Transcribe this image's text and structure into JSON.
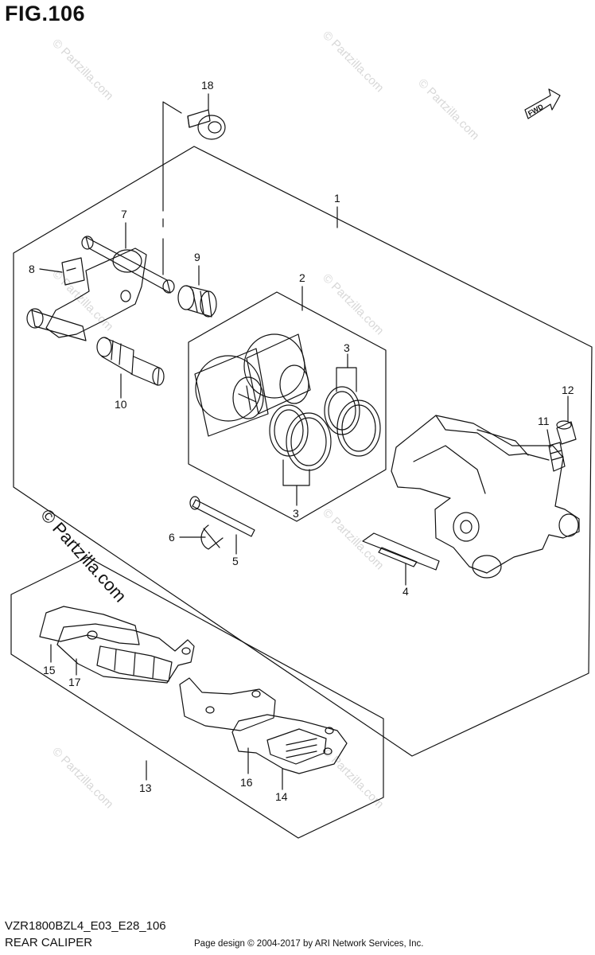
{
  "figure": {
    "title": "FIG.106"
  },
  "fwd_label": "FWD",
  "watermark": {
    "text": "© Partzilla.com"
  },
  "callouts": {
    "c1": "1",
    "c2": "2",
    "c3a": "3",
    "c3b": "3",
    "c4": "4",
    "c5": "5",
    "c6": "6",
    "c7": "7",
    "c8": "8",
    "c9": "9",
    "c10": "10",
    "c11": "11",
    "c12": "12",
    "c13": "13",
    "c14": "14",
    "c15": "15",
    "c16": "16",
    "c17": "17",
    "c18": "18"
  },
  "footer": {
    "model_code": "VZR1800BZL4_E03_E28_106",
    "section_name": "REAR CALIPER",
    "credit": "Page design © 2004-2017 by ARI Network Services, Inc."
  },
  "colors": {
    "line": "#111111",
    "watermark": "#d8d8d8",
    "background": "#ffffff"
  }
}
